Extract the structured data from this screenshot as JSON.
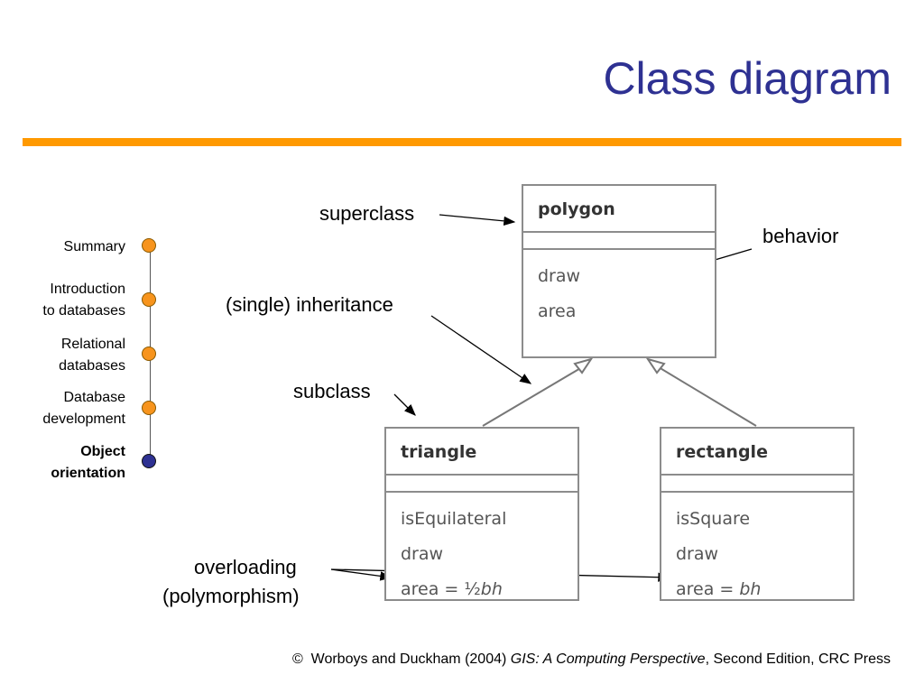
{
  "slide": {
    "title": "Class diagram",
    "accent_color": "#ff9900",
    "title_color": "#2e3192"
  },
  "nav": {
    "items": [
      {
        "label": "Summary",
        "active": false
      },
      {
        "label_line1": "Introduction",
        "label_line2": "to databases",
        "active": false
      },
      {
        "label_line1": "Relational",
        "label_line2": "databases",
        "active": false
      },
      {
        "label_line1": "Database",
        "label_line2": "development",
        "active": false
      },
      {
        "label_line1": "Object",
        "label_line2": "orientation",
        "active": true
      }
    ]
  },
  "diagram": {
    "classes": {
      "polygon": {
        "name": "polygon",
        "ops": [
          "draw",
          "area"
        ]
      },
      "triangle": {
        "name": "triangle",
        "ops": [
          "isEquilateral",
          "draw"
        ],
        "area_prefix": "area = ½",
        "area_formula": "bh"
      },
      "rectangle": {
        "name": "rectangle",
        "ops": [
          "isSquare",
          "draw"
        ],
        "area_prefix": "area = ",
        "area_formula": "bh"
      }
    },
    "labels": {
      "superclass": "superclass",
      "behavior": "behavior",
      "inheritance": "(single) inheritance",
      "subclass": "subclass",
      "overloading": "overloading",
      "polymorphism": "(polymorphism)"
    }
  },
  "footer": {
    "symbol": "©",
    "authors": "Worboys and Duckham (2004)",
    "book": "GIS: A Computing Perspective",
    "rest": ", Second Edition, CRC Press"
  }
}
